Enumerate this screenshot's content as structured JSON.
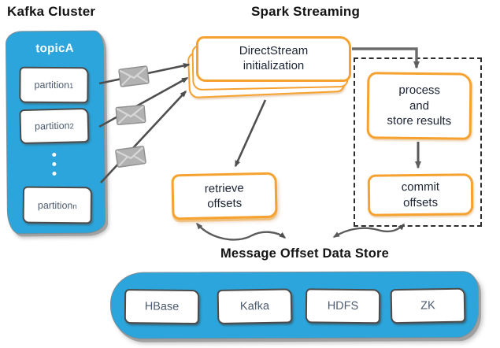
{
  "titles": {
    "kafka_cluster": "Kafka Cluster",
    "spark_streaming": "Spark Streaming",
    "data_store": "Message Offset Data Store"
  },
  "kafka": {
    "topic": "topicA",
    "partitions": [
      {
        "base": "partition",
        "sub": "1"
      },
      {
        "base": "partition",
        "sub": "2"
      },
      {
        "base": "partition",
        "sub": "n"
      }
    ]
  },
  "spark": {
    "direct_stream": {
      "line1": "DirectStream",
      "line2": "initialization"
    },
    "process": {
      "line1": "process",
      "line2": "and",
      "line3": "store results"
    },
    "commit": {
      "line1": "commit",
      "line2": "offsets"
    },
    "retrieve": {
      "line1": "retrieve",
      "line2": "offsets"
    }
  },
  "data_store": {
    "items": [
      "HBase",
      "Kafka",
      "HDFS",
      "ZK"
    ]
  },
  "icons": {
    "envelope": "message-envelope",
    "ellipsis": "more-partitions-dots"
  },
  "colors": {
    "kafka_blue": "#2BA5DB",
    "accent_orange": "#F6A230",
    "arrow_gray": "#4F4F4F",
    "envelope_gray": "#B2B2B2",
    "text_dark": "#1D2433"
  }
}
